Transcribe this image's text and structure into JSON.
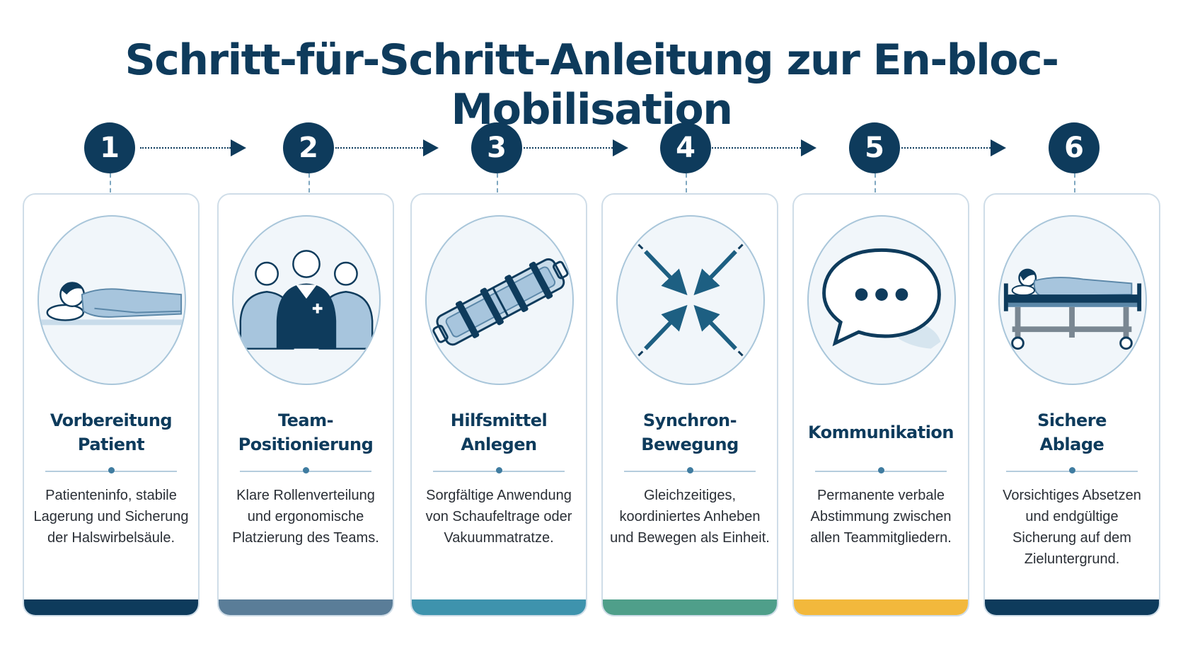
{
  "title": "Schritt-für-Schritt-Anleitung zur En-bloc-Mobilisation",
  "steps": [
    {
      "number": "1",
      "title": "Vorbereitung\nPatient",
      "description": "Patienteninfo, stabile Lagerung und Sicherung der Halswirbelsäule.",
      "icon": "patient-lying-icon",
      "accent": "#0e3b5c"
    },
    {
      "number": "2",
      "title": "Team-\nPositionierung",
      "description": "Klare Rollenverteilung und ergonomische Platzierung des Teams.",
      "icon": "medical-team-icon",
      "accent": "#5a7d98"
    },
    {
      "number": "3",
      "title": "Hilfsmittel\nAnlegen",
      "description": "Sorgfältige Anwendung von Schaufeltrage oder Vakuummatratze.",
      "icon": "scoop-stretcher-icon",
      "accent": "#3e93ad"
    },
    {
      "number": "4",
      "title": "Synchron-\nBewegung",
      "description": "Gleichzeitiges, koordiniertes Anheben und Bewegen als Einheit.",
      "icon": "converging-arrows-icon",
      "accent": "#4f9f8a"
    },
    {
      "number": "5",
      "title": "Kommunikation",
      "description": "Permanente verbale Abstimmung zwischen allen Teammitgliedern.",
      "icon": "speech-bubble-icon",
      "accent": "#f2b83c"
    },
    {
      "number": "6",
      "title": "Sichere\nAblage",
      "description": "Vorsichtiges Absetzen und endgültige Sicherung auf dem Zieluntergrund.",
      "icon": "patient-on-stretcher-icon",
      "accent": "#0e3b5c"
    }
  ]
}
